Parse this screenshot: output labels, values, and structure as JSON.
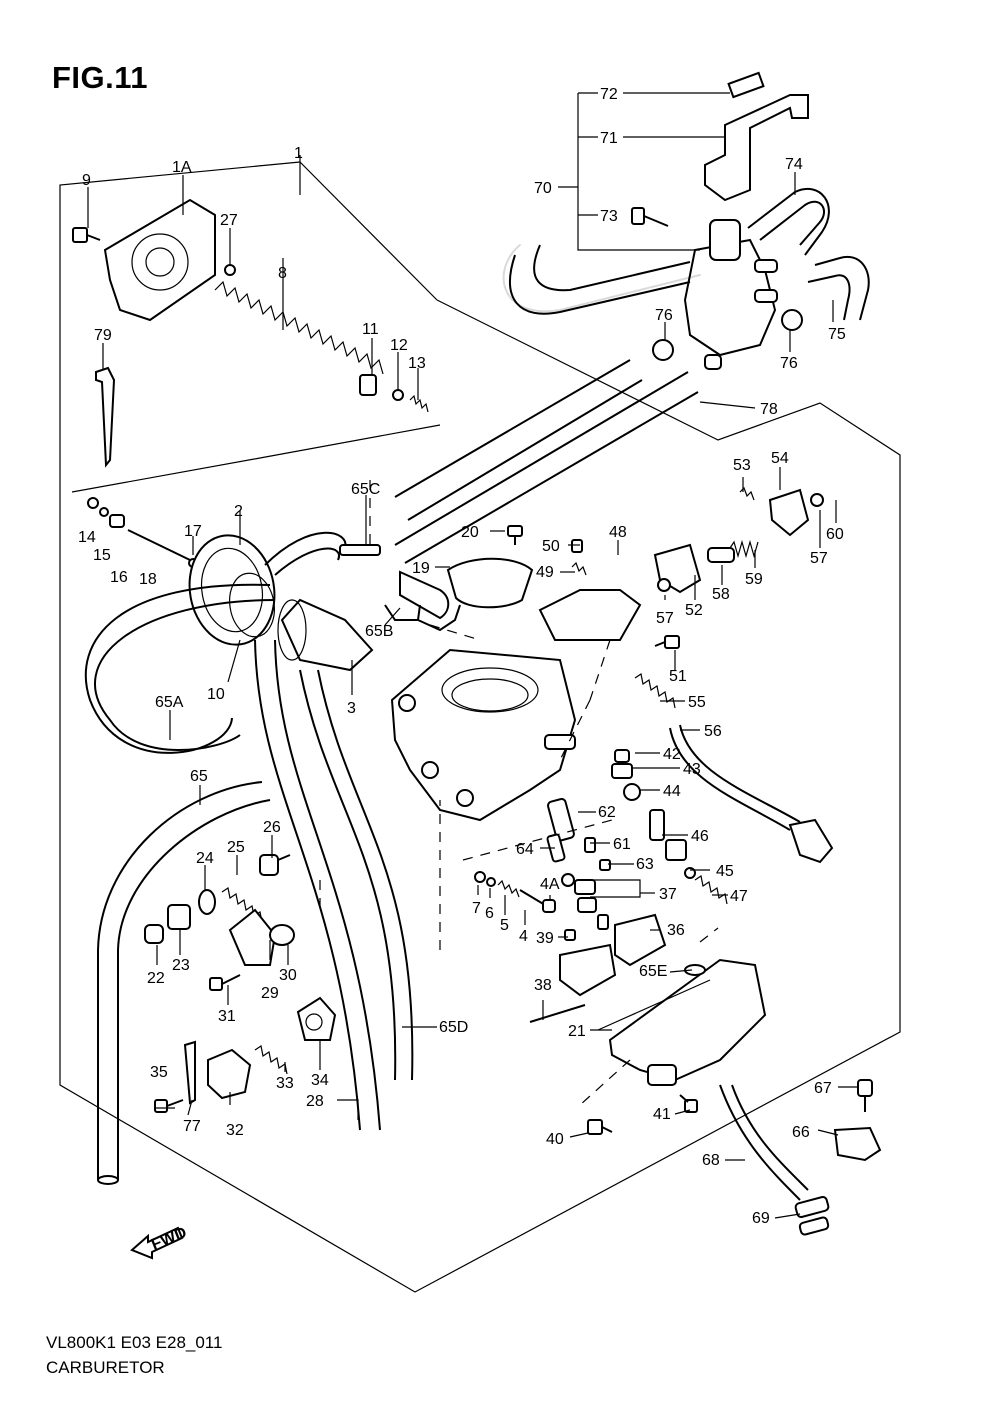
{
  "figure": {
    "title": "FIG.11",
    "code": "VL800K1 E03 E28_011",
    "caption": "CARBURETOR"
  },
  "fwd_label": "FWD",
  "part_labels": [
    "1",
    "1A",
    "2",
    "3",
    "4",
    "4A",
    "5",
    "6",
    "7",
    "8",
    "9",
    "10",
    "11",
    "12",
    "13",
    "14",
    "15",
    "16",
    "17",
    "18",
    "19",
    "20",
    "21",
    "22",
    "23",
    "24",
    "25",
    "26",
    "27",
    "28",
    "29",
    "30",
    "31",
    "32",
    "33",
    "34",
    "35",
    "36",
    "37",
    "38",
    "39",
    "40",
    "41",
    "42",
    "43",
    "44",
    "45",
    "46",
    "47",
    "48",
    "49",
    "50",
    "51",
    "52",
    "53",
    "54",
    "55",
    "56",
    "57",
    "57",
    "58",
    "59",
    "60",
    "61",
    "62",
    "63",
    "64",
    "65",
    "65A",
    "65B",
    "65C",
    "65D",
    "65E",
    "66",
    "67",
    "68",
    "69",
    "70",
    "71",
    "72",
    "73",
    "74",
    "75",
    "76",
    "76",
    "77",
    "78",
    "79"
  ]
}
